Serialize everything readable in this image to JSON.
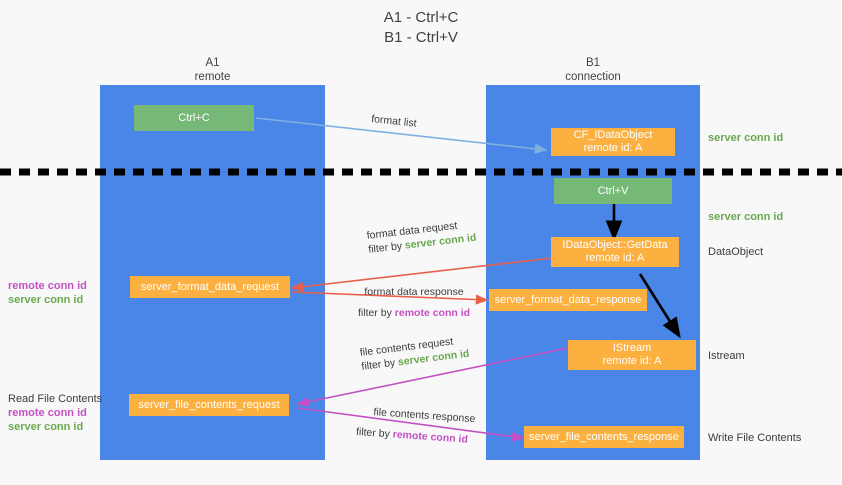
{
  "title": {
    "line1": "A1 - Ctrl+C",
    "line2": "B1 - Ctrl+V"
  },
  "lanes": [
    {
      "id": "a1",
      "name": "A1",
      "role": "remote"
    },
    {
      "id": "b1",
      "name": "B1",
      "role": "connection"
    }
  ],
  "boxes": {
    "ctrl_c": {
      "label": "Ctrl+C",
      "color": "#76b976"
    },
    "cf_idataobject": {
      "line1": "CF_IDataObject",
      "line2": "remote id: A",
      "color": "#fbb040"
    },
    "ctrl_v": {
      "label": "Ctrl+V",
      "color": "#76b976"
    },
    "getdata": {
      "line1": "IDataObject::GetData",
      "line2": "remote id: A",
      "color": "#fbb040"
    },
    "format_data_request": {
      "label": "server_format_data_request",
      "color": "#fbb040"
    },
    "format_data_response": {
      "label": "server_format_data_response",
      "color": "#fbb040"
    },
    "istream": {
      "line1": "IStream",
      "line2": "remote id: A",
      "color": "#fbb040"
    },
    "file_contents_request": {
      "label": "server_file_contents_request",
      "color": "#fbb040"
    },
    "file_contents_response": {
      "label": "server_file_contents_response",
      "color": "#fbb040"
    }
  },
  "right_notes": {
    "server_conn_id_1": "server conn id",
    "server_conn_id_2": "server conn id",
    "dataobject": "DataObject",
    "istream": "Istream",
    "write_file_contents": "Write File Contents"
  },
  "left_notes": {
    "conn_pair_1": {
      "remote": "remote conn id",
      "server": "server conn id"
    },
    "read_file_contents": "Read File Contents",
    "conn_pair_2": {
      "remote": "remote conn id",
      "server": "server conn id"
    }
  },
  "edges": {
    "format_list": {
      "label": "format list"
    },
    "format_data_request": {
      "label": "format data request",
      "filter_prefix": "filter by ",
      "filter_value": "server conn id"
    },
    "format_data_response": {
      "label": "format data response",
      "filter_prefix": "filter by ",
      "filter_value": "remote conn id"
    },
    "file_contents_request": {
      "label": "file contents request",
      "filter_prefix": "filter by ",
      "filter_value": "server conn id"
    },
    "file_contents_response": {
      "label": "file contents response",
      "filter_prefix": "filter by ",
      "filter_value": "remote conn id"
    }
  },
  "colors": {
    "lane": "#4a86e8",
    "green_box": "#76b976",
    "orange_box": "#fbb040",
    "green_text": "#6aa84f",
    "magenta_text": "#c451c4",
    "red_arrow": "#e8604c",
    "magenta_arrow": "#c451c4",
    "blue_arrow": "#7fb0e0",
    "black_arrow": "#000000",
    "divider": "#000000"
  }
}
